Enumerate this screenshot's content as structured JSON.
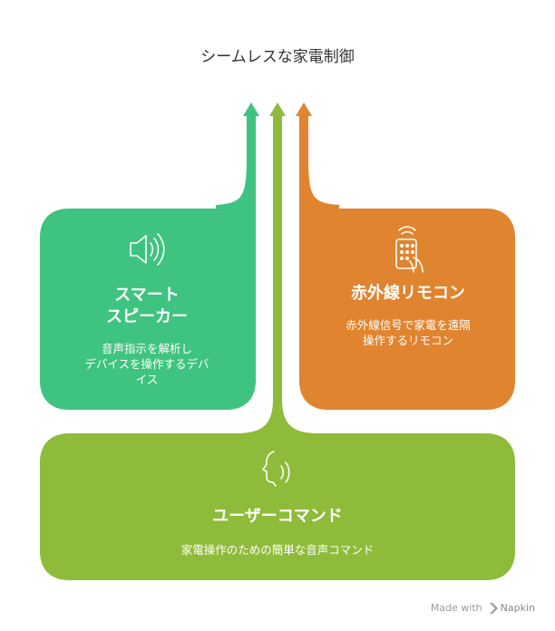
{
  "title": "シームレスな家電制御",
  "colors": {
    "green": "#3fc380",
    "orange": "#e0842f",
    "olive": "#8fbb3a",
    "text_dark": "#333333",
    "white": "#ffffff"
  },
  "boxes": {
    "smart_speaker": {
      "title_line1": "スマート",
      "title_line2": "スピーカー",
      "desc_line1": "音声指示を解析し",
      "desc_line2": "デバイスを操作するデバ",
      "desc_line3": "イス",
      "icon": "speaker-icon"
    },
    "ir_remote": {
      "title": "赤外線リモコン",
      "desc_line1": "赤外線信号で家電を遠隔",
      "desc_line2": "操作するリモコン",
      "icon": "remote-control-icon"
    },
    "user_command": {
      "title": "ユーザーコマンド",
      "desc": "家電操作のための簡単な音声コマンド",
      "icon": "speaking-head-icon"
    }
  },
  "footer": {
    "made_with": "Made with",
    "brand": "Napkin"
  }
}
